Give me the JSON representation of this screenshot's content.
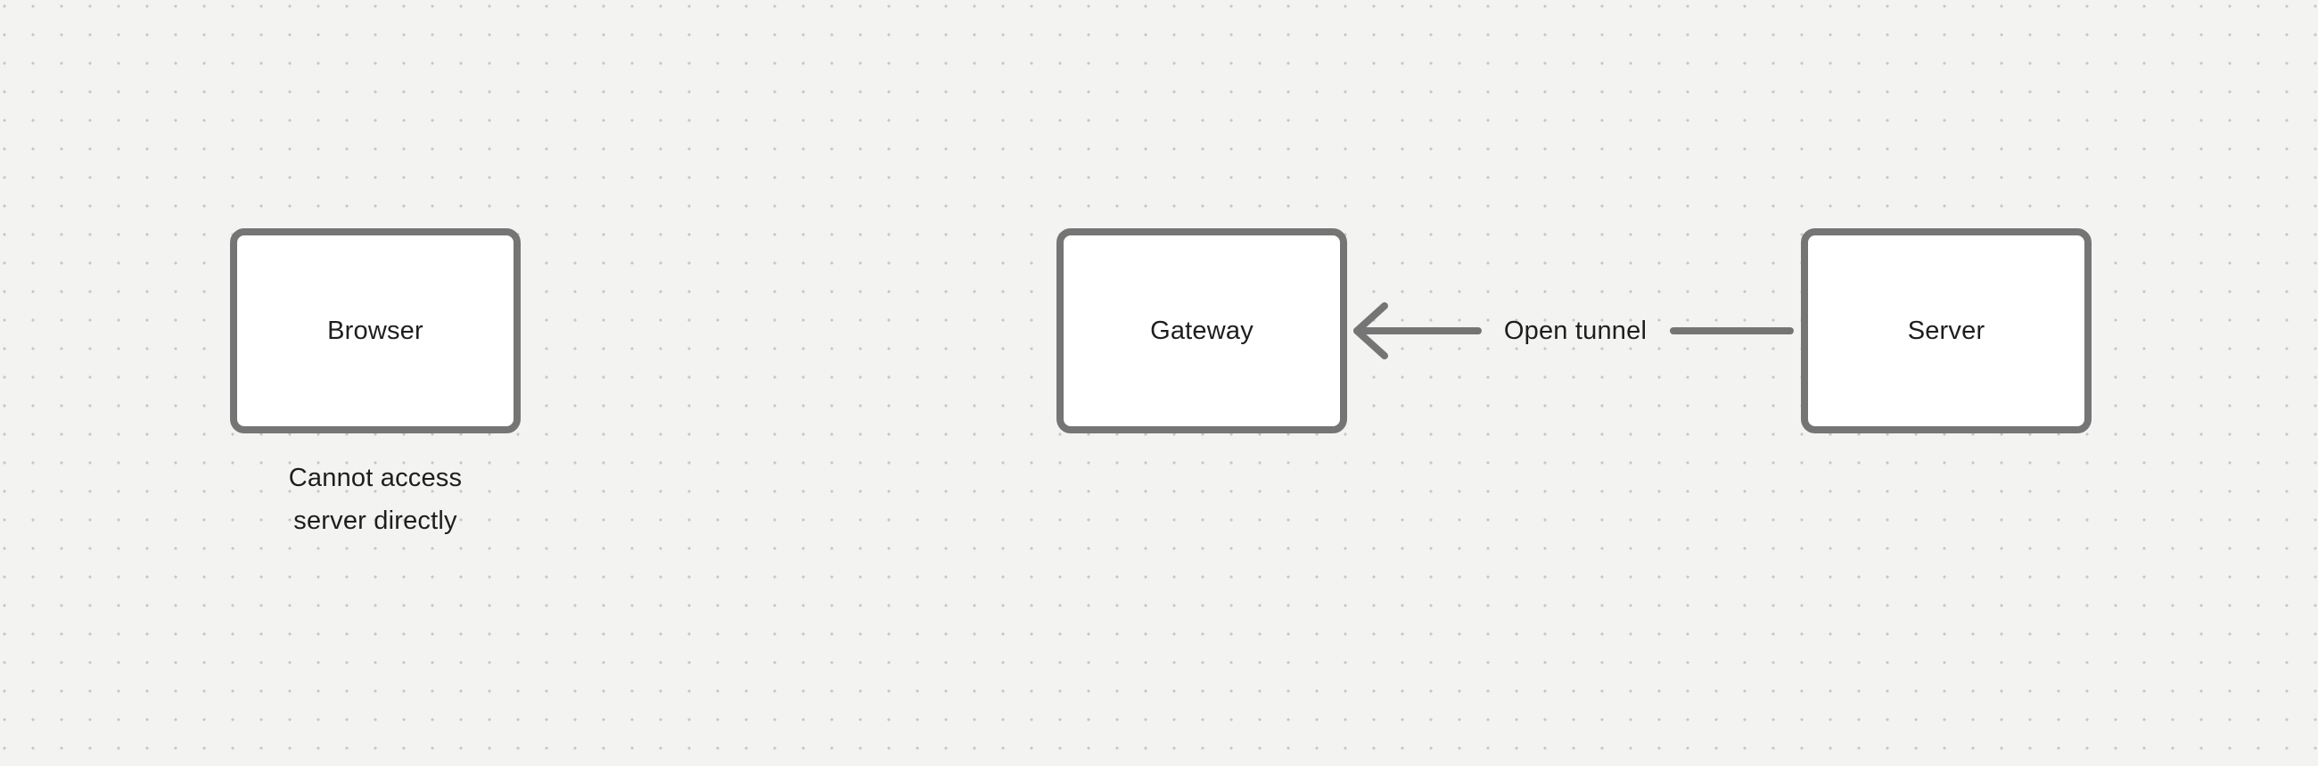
{
  "canvas": {
    "background_color": "#f3f3f1",
    "dot_grid_color": "#c7c7c5",
    "shape_stroke_color": "#757575",
    "shape_fill_color": "#ffffff",
    "text_color": "#1e1e1e"
  },
  "diagram": {
    "nodes": [
      {
        "id": "browser",
        "label": "Browser"
      },
      {
        "id": "gateway",
        "label": "Gateway"
      },
      {
        "id": "server",
        "label": "Server"
      }
    ],
    "edges": [
      {
        "id": "open-tunnel",
        "from": "Server",
        "to": "Gateway",
        "label": "Open tunnel",
        "arrow_direction": "left"
      }
    ],
    "annotations": [
      {
        "id": "browser-note",
        "lines": [
          "Cannot access",
          "server directly"
        ]
      }
    ]
  }
}
